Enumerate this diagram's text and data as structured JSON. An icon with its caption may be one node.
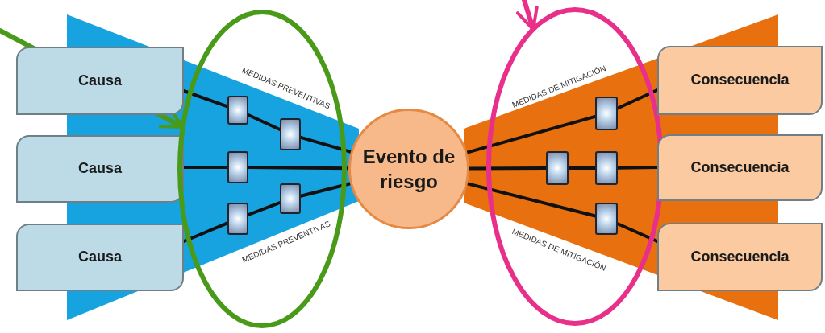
{
  "diagram": {
    "nodes": [
      {
        "text": [
          "Causa"
        ]
      },
      {
        "text": [
          "Causa"
        ]
      },
      {
        "text": [
          "Causa"
        ]
      },
      {
        "text": [],
        "shape": "ellipse"
      },
      {
        "text": [],
        "shape": "box",
        "in": 3
      },
      {
        "text": [],
        "shape": "box",
        "in": 3
      },
      {
        "text": [],
        "shape": "box",
        "in": 3
      },
      {
        "text": [],
        "shape": "box",
        "in": 3
      },
      {
        "text": [],
        "shape": "box",
        "in": 3
      },
      {
        "text": [
          "Evento de riesgo"
        ]
      },
      {
        "text": [],
        "shape": "ellipse"
      },
      {
        "text": [],
        "shape": "box",
        "in": 10
      },
      {
        "text": [],
        "shape": "box",
        "in": 10
      },
      {
        "text": [],
        "shape": "box",
        "in": 10
      },
      {
        "text": [],
        "shape": "box",
        "in": 10
      },
      {
        "text": [
          "Consecuencia"
        ]
      },
      {
        "text": [
          "Consecuencia"
        ]
      },
      {
        "text": [
          "Consecuencia"
        ]
      }
    ],
    "edges": [
      {
        "from": 0,
        "to": 4,
        "arrow": "none"
      },
      {
        "from": 4,
        "to": 5,
        "arrow": "none"
      },
      {
        "from": 5,
        "to": 9,
        "arrow": "none"
      },
      {
        "from": 1,
        "to": 6,
        "arrow": "none"
      },
      {
        "from": 6,
        "to": 9,
        "arrow": "none"
      },
      {
        "from": 2,
        "to": 8,
        "arrow": "none"
      },
      {
        "from": 8,
        "to": 7,
        "arrow": "none"
      },
      {
        "from": 7,
        "to": 9,
        "arrow": "none"
      },
      {
        "from": 9,
        "to": 11,
        "arrow": "none"
      },
      {
        "from": 11,
        "to": 15,
        "arrow": "none"
      },
      {
        "from": 9,
        "to": 12,
        "arrow": "none"
      },
      {
        "from": 12,
        "to": 13,
        "arrow": "none"
      },
      {
        "from": 13,
        "to": 16,
        "arrow": "none"
      },
      {
        "from": 9,
        "to": 14,
        "arrow": "none"
      },
      {
        "from": 14,
        "to": 17,
        "arrow": "none"
      },
      {
        "from": null,
        "to": 3,
        "arrow": "to",
        "color": "#4a9a1a"
      },
      {
        "from": null,
        "to": 10,
        "arrow": "to",
        "color": "#e8308a"
      }
    ],
    "labels": [
      "MEDIDAS PREVENTIVAS",
      "MEDIDAS DE MITIGACIÓN",
      "MEDIDAS PREVENTIVAS",
      "MEDIDAS DE MITIGACIÓN"
    ]
  }
}
